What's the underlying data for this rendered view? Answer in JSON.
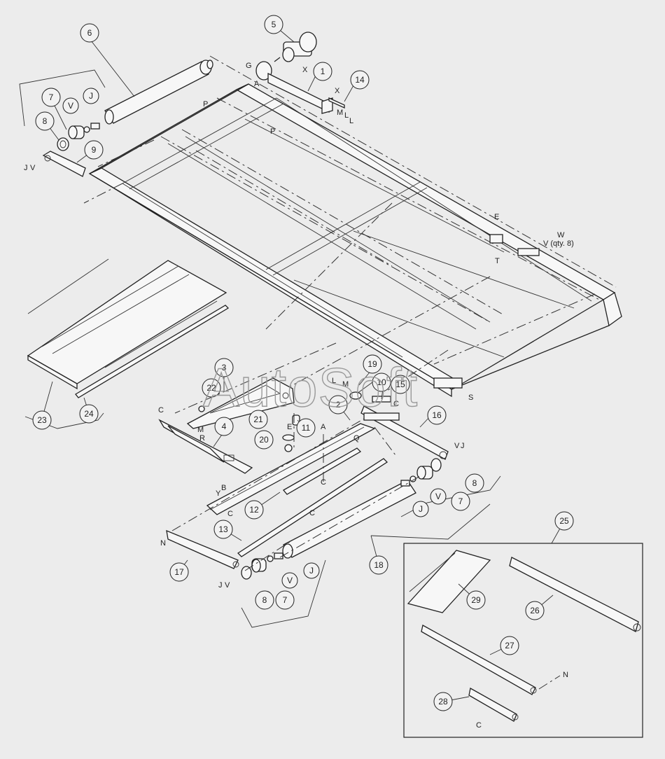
{
  "diagram": {
    "watermark": "AutoSoft",
    "callouts": [
      "1",
      "2",
      "3",
      "4",
      "5",
      "6",
      "7",
      "8",
      "9",
      "10",
      "11",
      "12",
      "13",
      "14",
      "15",
      "16",
      "17",
      "18",
      "19",
      "20",
      "21",
      "22",
      "23",
      "24",
      "25",
      "26",
      "27",
      "28",
      "29"
    ],
    "letters": [
      "A",
      "B",
      "C",
      "E",
      "G",
      "J",
      "L",
      "M",
      "N",
      "P",
      "Q",
      "R",
      "S",
      "T",
      "V",
      "W",
      "X",
      "Y"
    ],
    "notes": [
      "V (qty. 8)"
    ]
  }
}
